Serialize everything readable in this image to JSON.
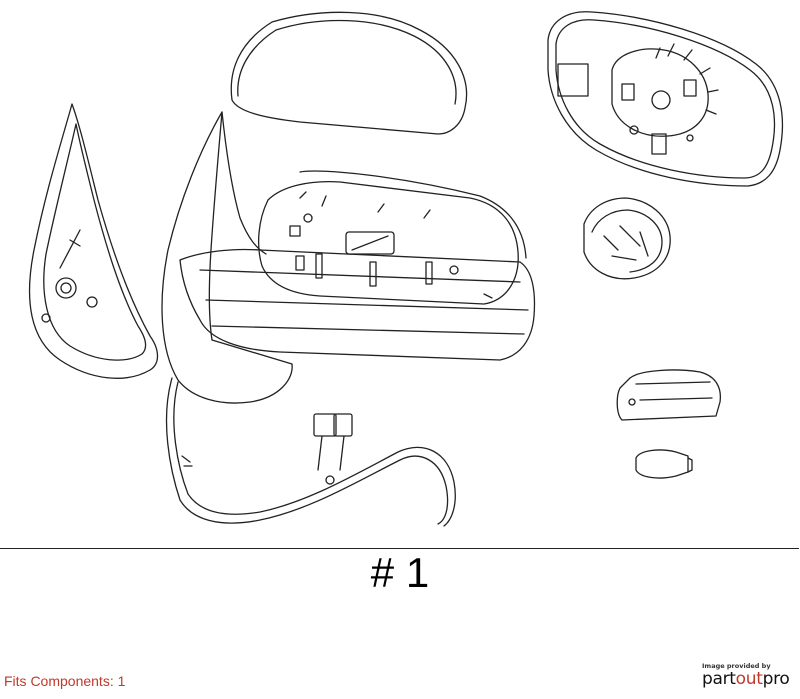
{
  "diagram": {
    "label": "# 1"
  },
  "footer": {
    "fits_components": "Fits Components: 1"
  },
  "provider": {
    "caption": "Image provided by",
    "brand_part1": "part",
    "brand_part2": "out",
    "brand_part3": "pro"
  },
  "colors": {
    "line": "#222222",
    "accent": "#c0392b"
  }
}
